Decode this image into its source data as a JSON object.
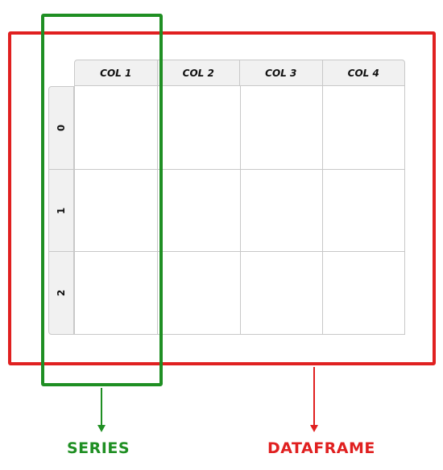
{
  "table": {
    "columns": [
      "COL 1",
      "COL 2",
      "COL 3",
      "COL 4"
    ],
    "index": [
      "0",
      "1",
      "2"
    ]
  },
  "labels": {
    "series": "SERIES",
    "dataframe": "DATAFRAME"
  },
  "colors": {
    "series": "#1f8f23",
    "dataframe": "#e02020",
    "header_bg": "#f1f1f1",
    "grid_line": "#c8c8c8"
  }
}
